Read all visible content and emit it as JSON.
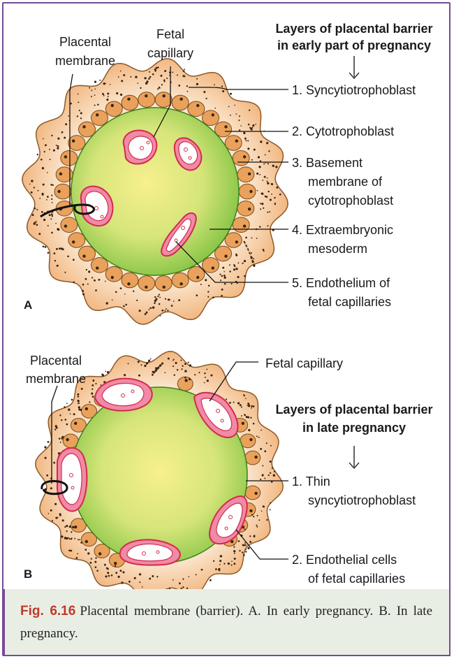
{
  "panel_a": {
    "letter": "A",
    "heading": [
      "Layers of placental barrier",
      "in early part of pregnancy"
    ],
    "placental_membrane": [
      "Placental",
      "membrane"
    ],
    "fetal_capillary": [
      "Fetal",
      "capillary"
    ],
    "layers": [
      [
        "1. Syncytiotrophoblast"
      ],
      [
        "2. Cytotrophoblast"
      ],
      [
        "3. Basement",
        "membrane of",
        "cytotrophoblast"
      ],
      [
        "4. Extraembryonic",
        "mesoderm"
      ],
      [
        "5. Endothelium of",
        "fetal capillaries"
      ]
    ]
  },
  "panel_b": {
    "letter": "B",
    "heading": [
      "Layers of placental barrier",
      "in late pregnancy"
    ],
    "placental_membrane": [
      "Placental",
      "membrane"
    ],
    "fetal_capillary": "Fetal capillary",
    "layers": [
      [
        "1. Thin",
        "syncytiotrophoblast"
      ],
      [
        "2. Endothelial cells",
        "of fetal capillaries"
      ]
    ]
  },
  "caption": {
    "fig_label": "Fig. 6.16",
    "text": "Placental membrane (barrier). A. In early pregnancy. B. In late pregnancy."
  },
  "colors": {
    "syncytio_fill": "#f6cfa2",
    "cell_fill": "#e9a15c",
    "core_outer": "#7fc241",
    "core_inner": "#f5ee8e",
    "capillary_pink": "#f08aa6",
    "capillary_red": "#d22a4b",
    "border": "#7a4a93"
  }
}
